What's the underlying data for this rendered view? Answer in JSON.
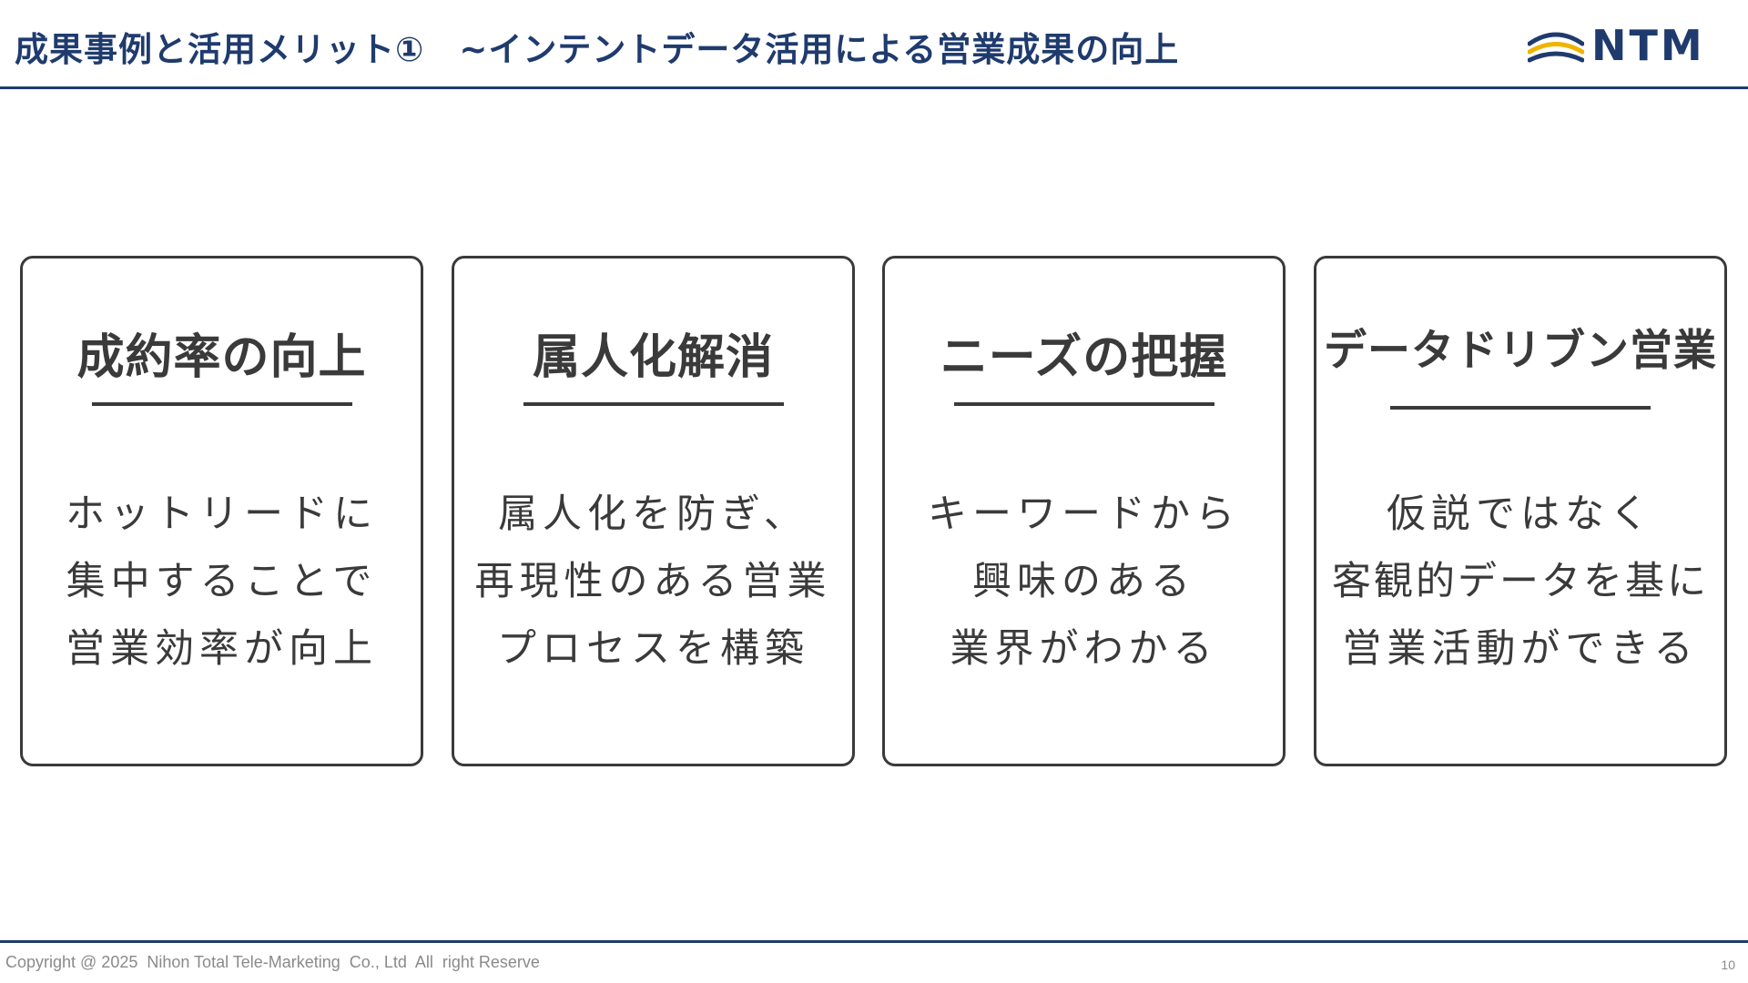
{
  "header": {
    "title": "成果事例と活用メリット①　~インテントデータ活用による営業成果の向上",
    "logo_text": "NTM",
    "logo_icon": "ntm-wave-logo-icon",
    "colors": {
      "brand_navy": "#1f3b6e",
      "brand_gold": "#f0b400",
      "text_dark": "#3a3a3a"
    }
  },
  "cards": [
    {
      "title": "成約率の向上",
      "lines": [
        "ホットリードに",
        "集中することで",
        "営業効率が向上"
      ]
    },
    {
      "title": "属人化解消",
      "lines": [
        "属人化を防ぎ、",
        "再現性のある営業",
        "プロセスを構築"
      ]
    },
    {
      "title": "ニーズの把握",
      "lines": [
        "キーワードから",
        "興味のある",
        "業界がわかる"
      ]
    },
    {
      "title": "データドリブン営業",
      "lines": [
        "仮説ではなく",
        "客観的データを基に",
        "営業活動ができる"
      ]
    }
  ],
  "footer": {
    "copyright": "Copyright @ 2025  Nihon Total Tele-Marketing  Co., Ltd  All  right Reserve",
    "page_number": "10"
  }
}
